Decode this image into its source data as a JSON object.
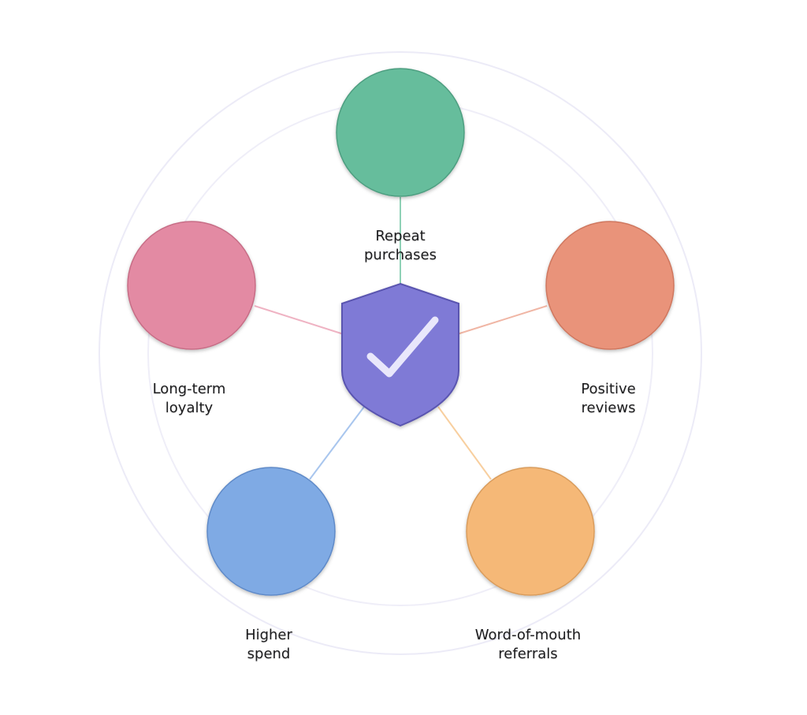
{
  "diagram": {
    "center_icon": "shield-check-icon",
    "center_color": "#7f7ad6",
    "nodes": [
      {
        "id": "repeat-purchases",
        "line1": "Repeat",
        "line2": "purchases",
        "color": "#66bd9c",
        "line_color": "#8fd1b6"
      },
      {
        "id": "positive-reviews",
        "line1": "Positive",
        "line2": "reviews",
        "color": "#e9937a",
        "line_color": "#f0b6a5"
      },
      {
        "id": "word-of-mouth-referrals",
        "line1": "Word-of-mouth",
        "line2": "referrals",
        "color": "#f5b877",
        "line_color": "#f8cf9f"
      },
      {
        "id": "higher-spend",
        "line1": "Higher",
        "line2": "spend",
        "color": "#7faae4",
        "line_color": "#a9c6ee"
      },
      {
        "id": "long-term-loyalty",
        "line1": "Long-term",
        "line2": "loyalty",
        "color": "#e38aa3",
        "line_color": "#efb3c3"
      }
    ]
  }
}
